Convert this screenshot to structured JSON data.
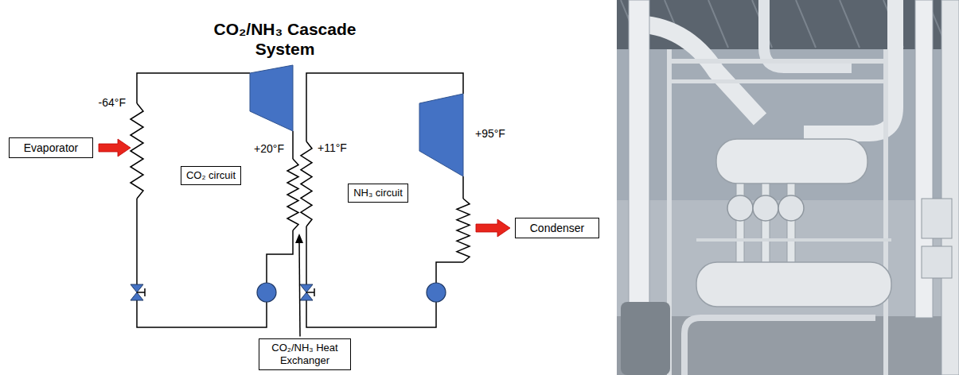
{
  "diagram": {
    "title": "CO₂/NH₃ Cascade System",
    "nodes": [
      {
        "text": [
          "Evaporator"
        ]
      },
      {
        "text": [
          "CO₂ circuit"
        ]
      },
      {
        "text": [
          "NH₃ circuit"
        ]
      },
      {
        "text": [
          "Condenser"
        ]
      },
      {
        "text": [
          "CO₂/NH₃ Heat Exchanger"
        ]
      }
    ],
    "labels": [
      "-64°F",
      "+20°F",
      "+11°F",
      "+95°F"
    ]
  }
}
